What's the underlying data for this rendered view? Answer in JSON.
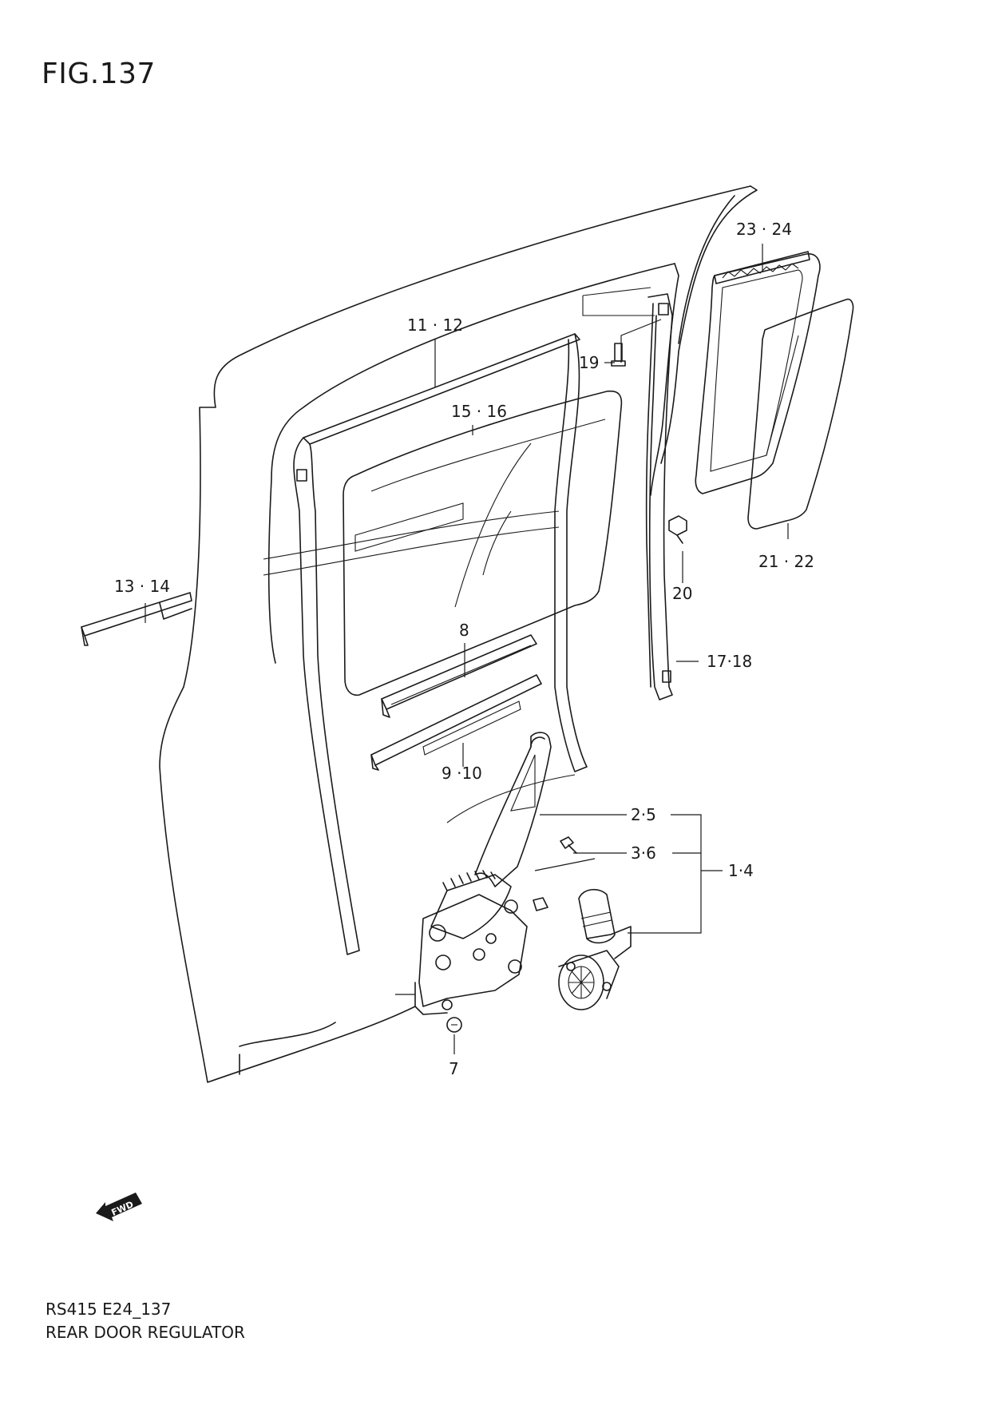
{
  "figure": {
    "title": "FIG.137",
    "code": "RS415 E24_137",
    "name": "REAR DOOR REGULATOR",
    "fwd_label": "FWD"
  },
  "callouts": [
    {
      "id": "c-11-12",
      "label": "11 · 12"
    },
    {
      "id": "c-15-16",
      "label": "15 · 16"
    },
    {
      "id": "c-19",
      "label": "19"
    },
    {
      "id": "c-23-24",
      "label": "23 · 24"
    },
    {
      "id": "c-21-22",
      "label": "21 · 22"
    },
    {
      "id": "c-20",
      "label": "20"
    },
    {
      "id": "c-13-14",
      "label": "13 · 14"
    },
    {
      "id": "c-8",
      "label": "8"
    },
    {
      "id": "c-17-18",
      "label": "17·18"
    },
    {
      "id": "c-9-10",
      "label": "9 ·10"
    },
    {
      "id": "c-2-5",
      "label": "2·5"
    },
    {
      "id": "c-3-6",
      "label": "3·6"
    },
    {
      "id": "c-1-4",
      "label": "1·4"
    },
    {
      "id": "c-7",
      "label": "7"
    }
  ]
}
